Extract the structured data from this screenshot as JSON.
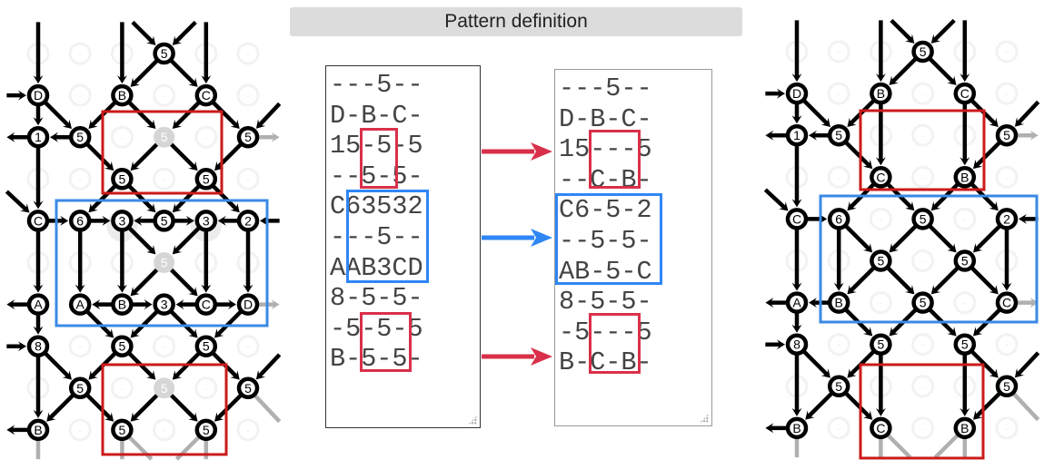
{
  "header": {
    "title": "Pattern definition"
  },
  "left_pattern": {
    "rows": [
      "---5--",
      "D-B-C-",
      "15-5-5",
      "--5-5-",
      "C63532",
      "---5--",
      "AAB3CD",
      "8-5-5-",
      "-5-5-5",
      "B-5-5-"
    ]
  },
  "right_pattern": {
    "rows": [
      "---5--",
      "D-B-C-",
      "15---5",
      "--C-B-",
      "C6-5-2",
      "--5-5-",
      "AB-5-C",
      "8-5-5-",
      "-5---5",
      "B-C-B-"
    ]
  },
  "colors": {
    "red": "#d9304a",
    "blue": "#2f86f5",
    "node_stroke": "#000000",
    "dim_node": "#d6d6d6",
    "exit_edge": "#b0b0b0"
  },
  "empty_label": "-"
}
